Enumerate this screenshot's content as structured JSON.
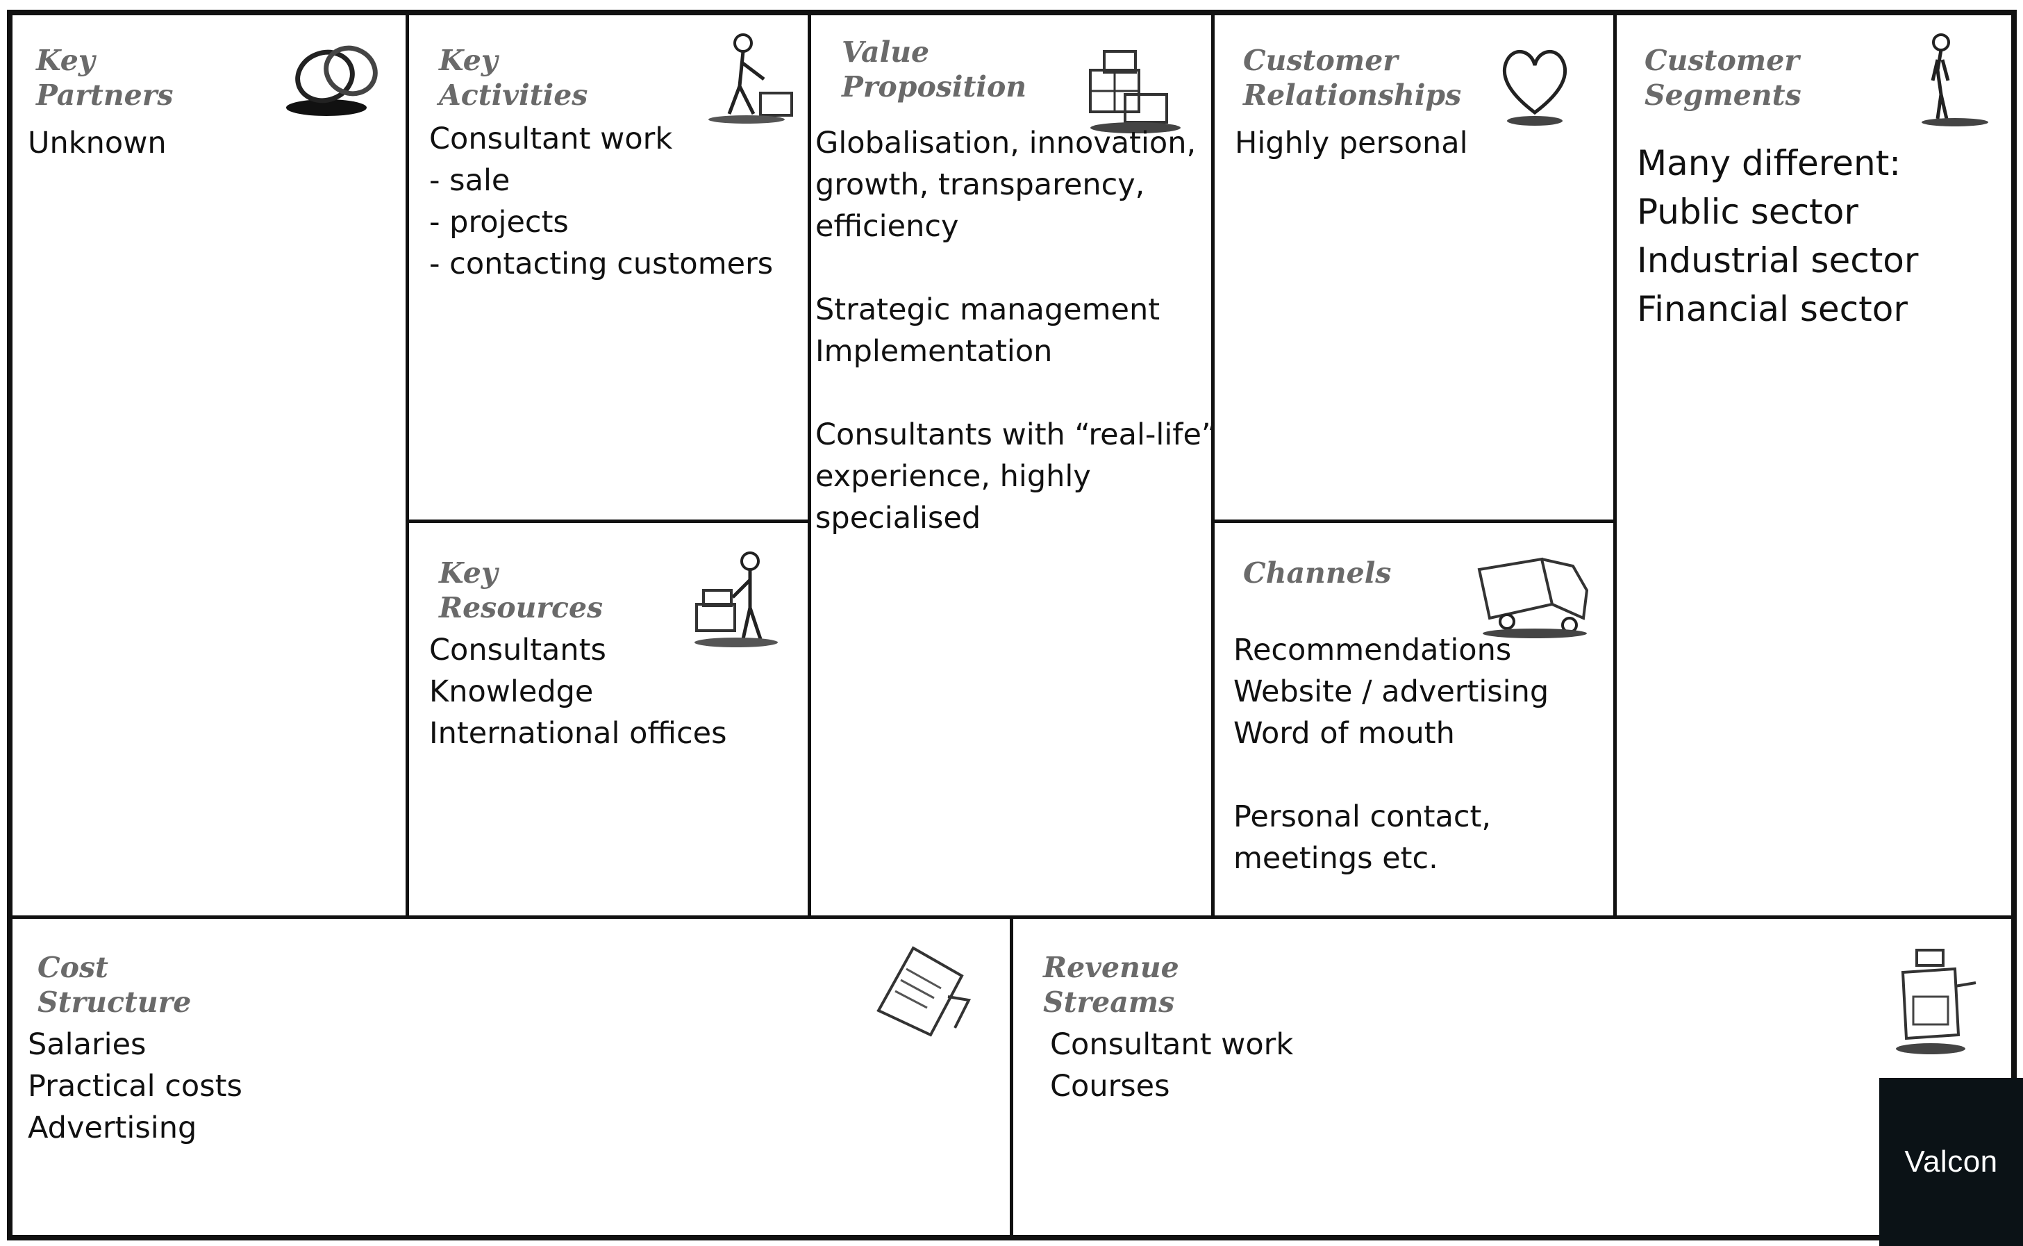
{
  "canvas_title": "Business Model Canvas",
  "blocks": {
    "key_partners": {
      "title_line1": "Key",
      "title_line2": "Partners",
      "items": [
        "Unknown"
      ]
    },
    "key_activities": {
      "title_line1": "Key",
      "title_line2": "Activities",
      "items": [
        "Consultant work",
        "- sale",
        "- projects",
        "- contacting customers"
      ]
    },
    "key_resources": {
      "title_line1": "Key",
      "title_line2": "Resources",
      "items": [
        "Consultants",
        "Knowledge",
        "International offices"
      ]
    },
    "value_proposition": {
      "title_line1": "Value",
      "title_line2": "Proposition",
      "para1": [
        "Globalisation, innovation,",
        "growth, transparency,",
        "efficiency"
      ],
      "para2": [
        "Strategic management",
        "Implementation"
      ],
      "para3": [
        "Consultants with “real-life”",
        "experience, highly",
        "specialised"
      ]
    },
    "customer_relationships": {
      "title_line1": "Customer",
      "title_line2": "Relationships",
      "items": [
        "Highly personal"
      ]
    },
    "channels": {
      "title_line1": "Channels",
      "para1": [
        "Recommendations",
        "Website / advertising",
        "Word of mouth"
      ],
      "para2": [
        "Personal contact,",
        "meetings etc."
      ]
    },
    "customer_segments": {
      "title_line1": "Customer",
      "title_line2": "Segments",
      "items": [
        "Many different:",
        "Public sector",
        "Industrial sector",
        "Financial sector"
      ]
    },
    "cost_structure": {
      "title_line1": "Cost",
      "title_line2": "Structure",
      "items": [
        "Salaries",
        "Practical costs",
        "Advertising"
      ]
    },
    "revenue_streams": {
      "title_line1": "Revenue",
      "title_line2": "Streams",
      "items": [
        "Consultant work",
        "Courses"
      ]
    }
  },
  "logo": {
    "text": "Valcon",
    "background": "#0b1216",
    "color": "#ffffff"
  },
  "icons": {
    "key_partners": "rings-icon",
    "key_activities": "worker-pushing-icon",
    "key_resources": "person-with-boxes-icon",
    "value_proposition": "gift-boxes-icon",
    "customer_relationships": "heart-icon",
    "channels": "delivery-truck-icon",
    "customer_segments": "standing-person-icon",
    "cost_structure": "price-tag-receipt-icon",
    "revenue_streams": "cash-register-icon"
  }
}
